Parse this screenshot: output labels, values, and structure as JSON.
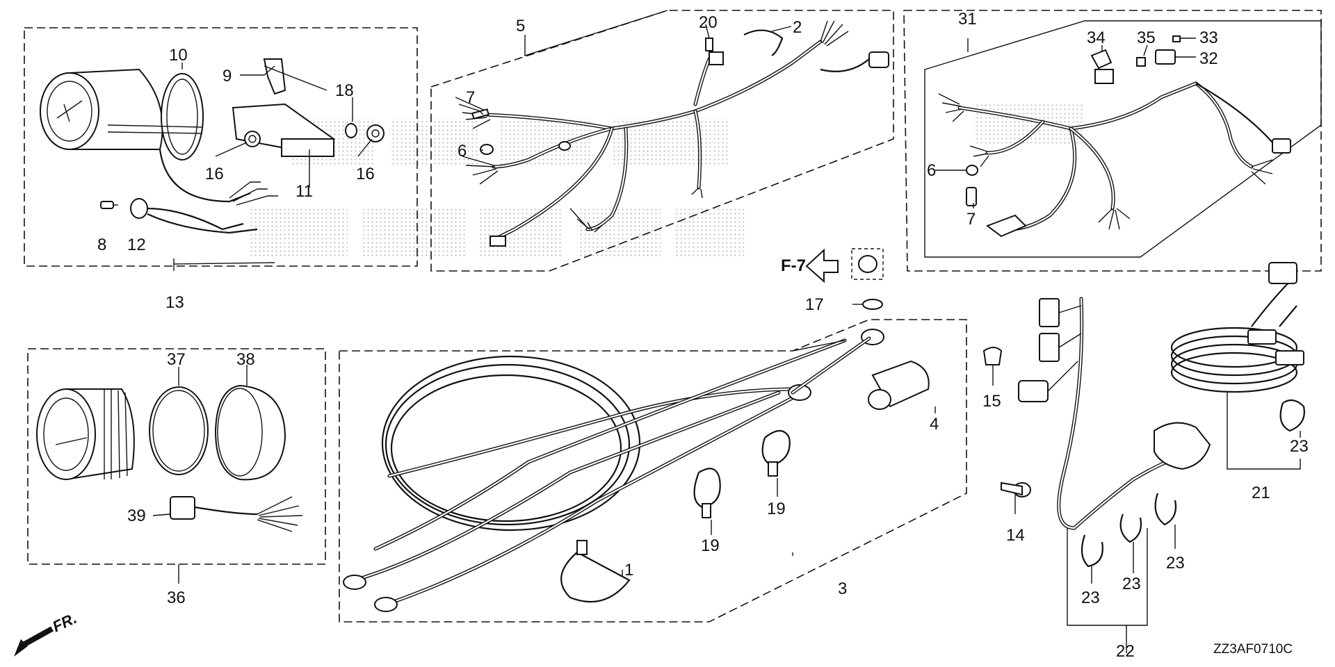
{
  "diagram": {
    "drawing_code": "ZZ3AF0710C",
    "front_marker": "FR.",
    "figure_reference": "F-7",
    "callouts": {
      "p1": "1",
      "p2": "2",
      "p3": "3",
      "p4": "4",
      "p5": "5",
      "p6a": "6",
      "p6b": "6",
      "p7a": "7",
      "p7b": "7",
      "p8": "8",
      "p9": "9",
      "p10": "10",
      "p11": "11",
      "p12": "12",
      "p13": "13",
      "p14": "14",
      "p15": "15",
      "p16a": "16",
      "p16b": "16",
      "p17": "17",
      "p18": "18",
      "p19a": "19",
      "p19b": "19",
      "p20": "20",
      "p21": "21",
      "p22": "22",
      "p23a": "23",
      "p23b": "23",
      "p23c": "23",
      "p23d": "23",
      "p31": "31",
      "p32": "32",
      "p33": "33",
      "p34": "34",
      "p35": "35",
      "p36": "36",
      "p37": "37",
      "p38": "38",
      "p39": "39"
    }
  }
}
